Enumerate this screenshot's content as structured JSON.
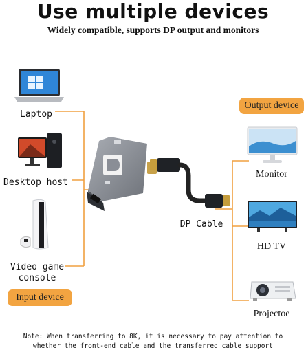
{
  "header": {
    "title": "Use multiple devices",
    "subtitle": "Widely compatible, supports DP output and monitors"
  },
  "inputs": {
    "tag": "Input device",
    "devices": [
      {
        "label": "Laptop",
        "icon": "laptop-icon"
      },
      {
        "label": "Desktop host",
        "icon": "desktop-pc-icon"
      },
      {
        "label_line1": "Video game",
        "label_line2": "console",
        "icon": "game-console-icon"
      }
    ]
  },
  "outputs": {
    "tag": "Output device",
    "devices": [
      {
        "label": "Monitor",
        "icon": "monitor-icon"
      },
      {
        "label": "HD TV",
        "icon": "tv-icon"
      },
      {
        "label": "Projectoe",
        "icon": "projector-icon"
      }
    ]
  },
  "cable": {
    "label": "DP Cable",
    "adapter_icon": "dp-adapter-icon",
    "cable_icon": "dp-cable-icon"
  },
  "note": {
    "line1": "Note: When transferring to 8K, it is necessary to pay attention to",
    "line2": "whether the front-end cable and the transferred cable support"
  },
  "colors": {
    "accent": "#f2a441",
    "connector_line": "#f0a040",
    "adapter_body": "#8a8e96",
    "adapter_face": "#5b5f66"
  }
}
